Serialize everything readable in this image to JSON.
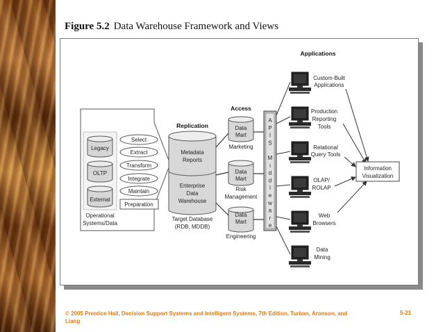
{
  "figure": {
    "number": "Figure 5.2",
    "title": "Data Warehouse Framework and Views"
  },
  "sources": {
    "items": [
      "Legacy",
      "OLTP",
      "External"
    ],
    "caption_line1": "Operational",
    "caption_line2": "Systems/Data"
  },
  "etl": {
    "items": [
      "Select",
      "Extract",
      "Transform",
      "Integrate",
      "Maintain"
    ],
    "preparation": "Preparation"
  },
  "replication": {
    "label": "Replication",
    "metadata_line1": "Metadata",
    "metadata_line2": "Reports",
    "warehouse_line1": "Enterprise",
    "warehouse_line2": "Data",
    "warehouse_line3": "Warehouse",
    "target_line1": "Target Database",
    "target_line2": "(RDB, MDDB)"
  },
  "access": {
    "label": "Access",
    "marts": [
      {
        "line1": "Data",
        "line2": "Mart",
        "dept_line1": "Marketing",
        "dept_line2": ""
      },
      {
        "line1": "Data",
        "line2": "Mart",
        "dept_line1": "Risk",
        "dept_line2": "Management"
      },
      {
        "line1": "Data",
        "line2": "Mart",
        "dept_line1": "Engineering",
        "dept_line2": ""
      }
    ]
  },
  "middleware": {
    "letters": [
      "A",
      "P",
      "I",
      "S",
      "",
      "M",
      "i",
      "d",
      "d",
      "l",
      "e",
      "w",
      "a",
      "r",
      "e"
    ]
  },
  "applications": {
    "label": "Applications",
    "items": [
      {
        "line1": "Custom-Built",
        "line2": "Applications"
      },
      {
        "line1": "Production",
        "line2": "Reporting",
        "line3": "Tools"
      },
      {
        "line1": "Relational",
        "line2": "Query Tools"
      },
      {
        "line1": "OLAP/",
        "line2": "ROLAP"
      },
      {
        "line1": "Web",
        "line2": "Browsers"
      },
      {
        "line1": "Data",
        "line2": "Mining"
      }
    ]
  },
  "visualization": {
    "line1": "Information",
    "line2": "Visualization"
  },
  "footer": {
    "text": "© 2005  Prentice Hall, Decision Support Systems and Intelligent Systems, 7th Edition, Turban, Aronson, and Liang",
    "page": "5-21"
  }
}
